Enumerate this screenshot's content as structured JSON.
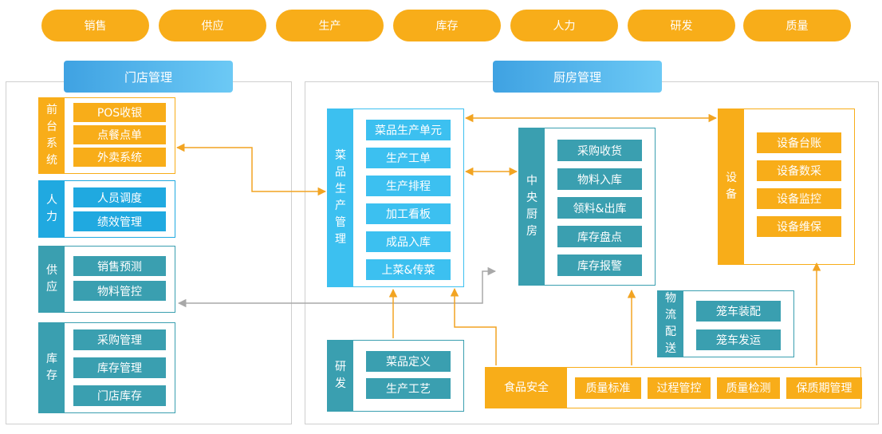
{
  "top_nav": [
    "销售",
    "供应",
    "生产",
    "库存",
    "人力",
    "研发",
    "质量"
  ],
  "panels": {
    "store_title": "门店管理",
    "kitchen_title": "厨房管理"
  },
  "store": {
    "front": {
      "label": "前台系统",
      "items": [
        "POS收银",
        "点餐点单",
        "外卖系统"
      ]
    },
    "hr": {
      "label": "人力",
      "items": [
        "人员调度",
        "绩效管理"
      ]
    },
    "supply": {
      "label": "供应",
      "items": [
        "销售预测",
        "物料管控"
      ]
    },
    "inventory": {
      "label": "库存",
      "items": [
        "采购管理",
        "库存管理",
        "门店库存"
      ]
    }
  },
  "kitchen": {
    "production": {
      "label": "菜品生产管理",
      "items": [
        "菜品生产单元",
        "生产工单",
        "生产排程",
        "加工看板",
        "成品入库",
        "上菜&传菜"
      ]
    },
    "central": {
      "label": "中央厨房",
      "items": [
        "采购收货",
        "物料入库",
        "领料&出库",
        "库存盘点",
        "库存报警"
      ]
    },
    "equipment": {
      "label": "设备",
      "items": [
        "设备台账",
        "设备数采",
        "设备监控",
        "设备维保"
      ]
    },
    "logistics": {
      "label": "物流配送",
      "items": [
        "笼车装配",
        "笼车发运"
      ]
    },
    "rnd": {
      "label": "研发",
      "items": [
        "菜品定义",
        "生产工艺"
      ]
    },
    "food_safety": {
      "label": "食品安全",
      "items": [
        "质量标准",
        "过程管控",
        "质量检测",
        "保质期管理"
      ]
    }
  }
}
